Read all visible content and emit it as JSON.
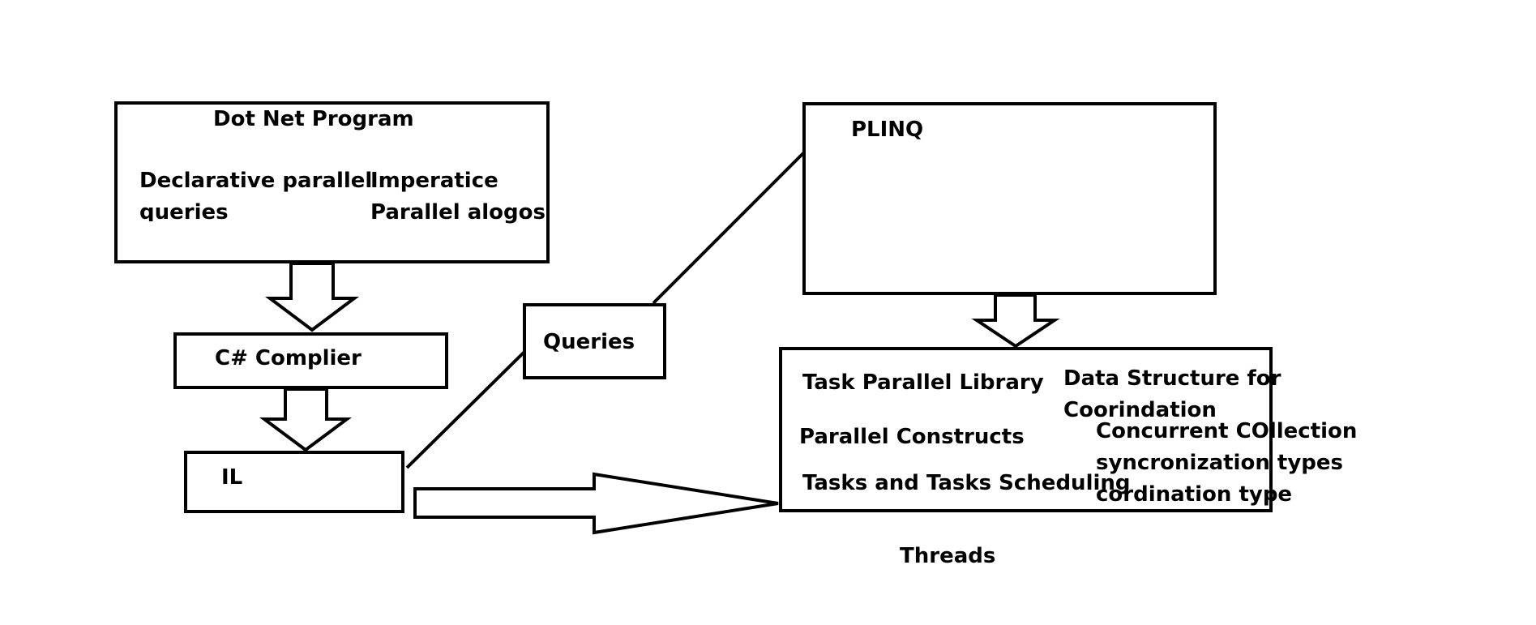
{
  "colors": {
    "stroke": "#000000",
    "background": "#ffffff",
    "text": "#000000"
  },
  "diagram": {
    "dotnet": {
      "title": "Dot Net Program",
      "declarative_line1": "Declarative parallel",
      "declarative_line2": "queries",
      "imperative_line1": "Imperatice",
      "imperative_line2": "Parallel alogos"
    },
    "compiler": {
      "label": "C# Complier"
    },
    "il": {
      "label": "IL"
    },
    "queries": {
      "label": "Queries"
    },
    "plinq": {
      "label": "PLINQ"
    },
    "tpl": {
      "title": "Task Parallel Library",
      "data_structure_line1": "Data Structure for",
      "data_structure_line2": "Coorindation",
      "parallel_constructs": "Parallel Constructs",
      "tasks_scheduling": "Tasks and Tasks Scheduling",
      "concurrent_collection": "Concurrent COllection",
      "sync_types": "syncronization types",
      "coordination_type": "cordination type"
    },
    "threads": {
      "label": "Threads"
    }
  }
}
